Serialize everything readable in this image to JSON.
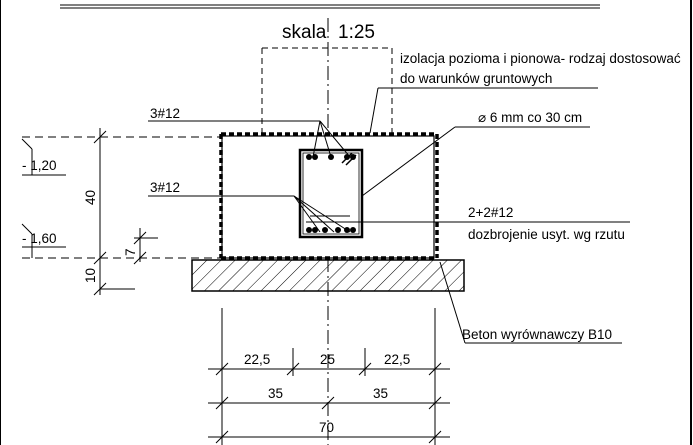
{
  "drawing": {
    "scale_label": "skala",
    "scale_value": "1:25",
    "labels": {
      "insulation_line1": "izolacja pozioma i pionowa- rodzaj dostosować",
      "insulation_line2": "do warunków gruntowych",
      "stirrups": "⌀ 6 mm co 30 cm",
      "top_bars": "3#12",
      "bottom_bars": "3#12",
      "extra_bars": "2+2#12",
      "extra_note": "dozbrojenie usyt. wg rzutu",
      "lean_concrete": "Beton wyrównawczy B10"
    },
    "levels": {
      "top": "- 1,20",
      "bottom": "- 1,60"
    },
    "vertical_dims": {
      "height": "40",
      "cover": "7",
      "lean_thickness": "10"
    },
    "horizontal_dims": {
      "row1": [
        "22,5",
        "25",
        "22,5"
      ],
      "row2": [
        "35",
        "35"
      ],
      "total": "70"
    }
  }
}
